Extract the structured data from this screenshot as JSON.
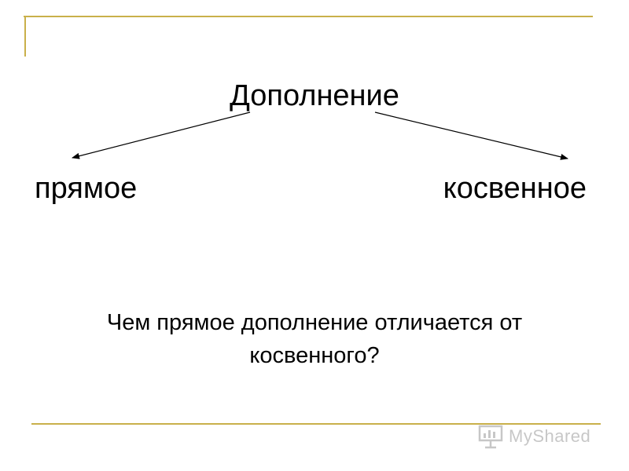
{
  "diagram": {
    "root": "Дополнение",
    "branches": [
      {
        "label": "прямое"
      },
      {
        "label": "косвенное"
      }
    ]
  },
  "question": {
    "line1": "Чем прямое дополнение отличается от",
    "line2": "косвенного?"
  },
  "watermark": {
    "text": "MyShared",
    "icon": "chart-board-icon"
  },
  "colors": {
    "frame_line": "#c9b04a",
    "text": "#000000",
    "watermark": "#9a9a9a"
  }
}
